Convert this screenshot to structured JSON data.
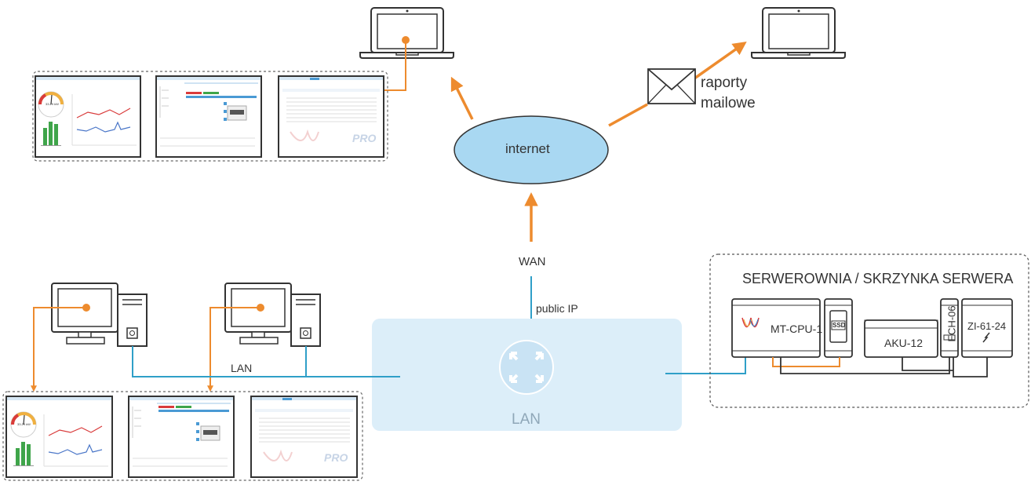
{
  "labels": {
    "internet": "internet",
    "email_reports_line1": "raporty",
    "email_reports_line2": "mailowe",
    "wan": "WAN",
    "public_ip": "public IP",
    "lan_cable": "LAN",
    "lan_router": "LAN",
    "server_room_title": "SERWEROWNIA / SKRZYNKA SERWERA"
  },
  "server_modules": {
    "cpu": "MT-CPU-1",
    "ssd": "SSD",
    "battery": "AKU-12",
    "connector": "ECH-06",
    "power_supply": "ZI-61-24"
  },
  "app_screens": {
    "gauge_value": "33.29 kW",
    "pro_badge": "PRO"
  },
  "colors": {
    "orange": "#ED8B2E",
    "lan_blue": "#2F9FC8",
    "cloud_fill": "#A9D8F2",
    "lan_box": "#DCEEF9",
    "red_line": "#D93B3B",
    "blue_line": "#4A76C8",
    "green_bars": "#3FA54A"
  }
}
